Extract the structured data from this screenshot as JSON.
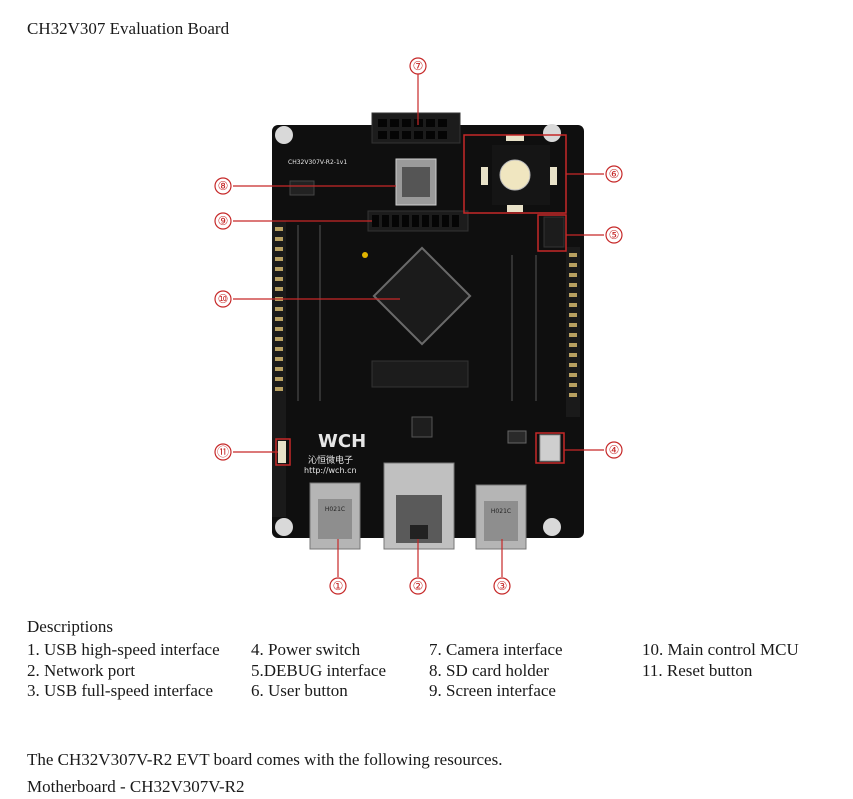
{
  "title": "CH32V307 Evaluation Board",
  "photo": {
    "board_silkscreen": "CH32V307V-R2-1v1",
    "brand_logo": "WCH",
    "brand_name": "沁恒微电子",
    "brand_url": "http://wch.cn",
    "usb_chip_1": "H021C",
    "usb_chip_2": "H021C",
    "callout_color": "#c62828",
    "callouts": [
      "①",
      "②",
      "③",
      "④",
      "⑤",
      "⑥",
      "⑦",
      "⑧",
      "⑨",
      "⑩",
      "⑪"
    ]
  },
  "descriptions": {
    "heading": "Descriptions",
    "columns": [
      [
        "1. USB high-speed interface",
        "2. Network port",
        "3. USB full-speed interface"
      ],
      [
        "4. Power switch",
        "5.DEBUG interface",
        "6. User button"
      ],
      [
        "7. Camera interface",
        "8. SD card holder",
        "9. Screen interface"
      ],
      [
        "10. Main control MCU",
        "11. Reset button"
      ]
    ]
  },
  "footer": {
    "line1": "The CH32V307V-R2 EVT board comes with the following resources.",
    "line2": "Motherboard - CH32V307V-R2"
  }
}
